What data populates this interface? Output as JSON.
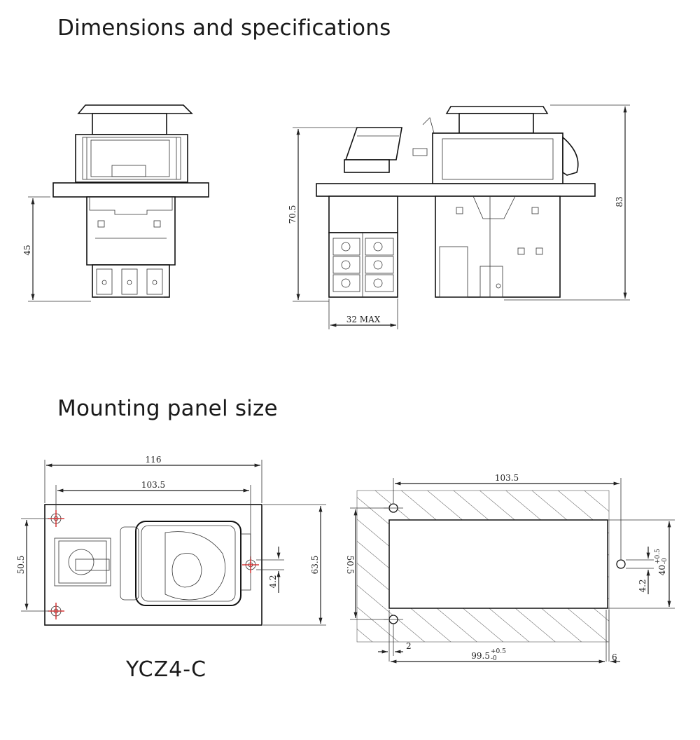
{
  "headings": {
    "dimensions": "Dimensions and specifications",
    "mounting": "Mounting panel size"
  },
  "model": "YCZ4-C",
  "dims": {
    "front_height": "45",
    "side_height": "70.5",
    "side_width": "32 MAX",
    "total_height": "83",
    "plate_width": "116",
    "hole_pitch": "103.5",
    "plate_hole_vertical": "50.5",
    "plate_height": "63.5",
    "plate_hole_dia": "4.2",
    "cut_width": "103.5",
    "cut_hole_vertical": "50.5",
    "cut_height_base": "40",
    "cut_height_tol_plus": "+0.5",
    "cut_height_tol_minus": "-0",
    "cut_hole_dia": "4.2",
    "cut_offset_left": "2",
    "cut_inner_base": "99.5",
    "cut_inner_tol_plus": "+0.5",
    "cut_inner_tol_minus": "-0",
    "cut_offset_right": "6"
  },
  "icons": [
    "arrow-dimension-icon",
    "crosshair-hole-icon"
  ]
}
